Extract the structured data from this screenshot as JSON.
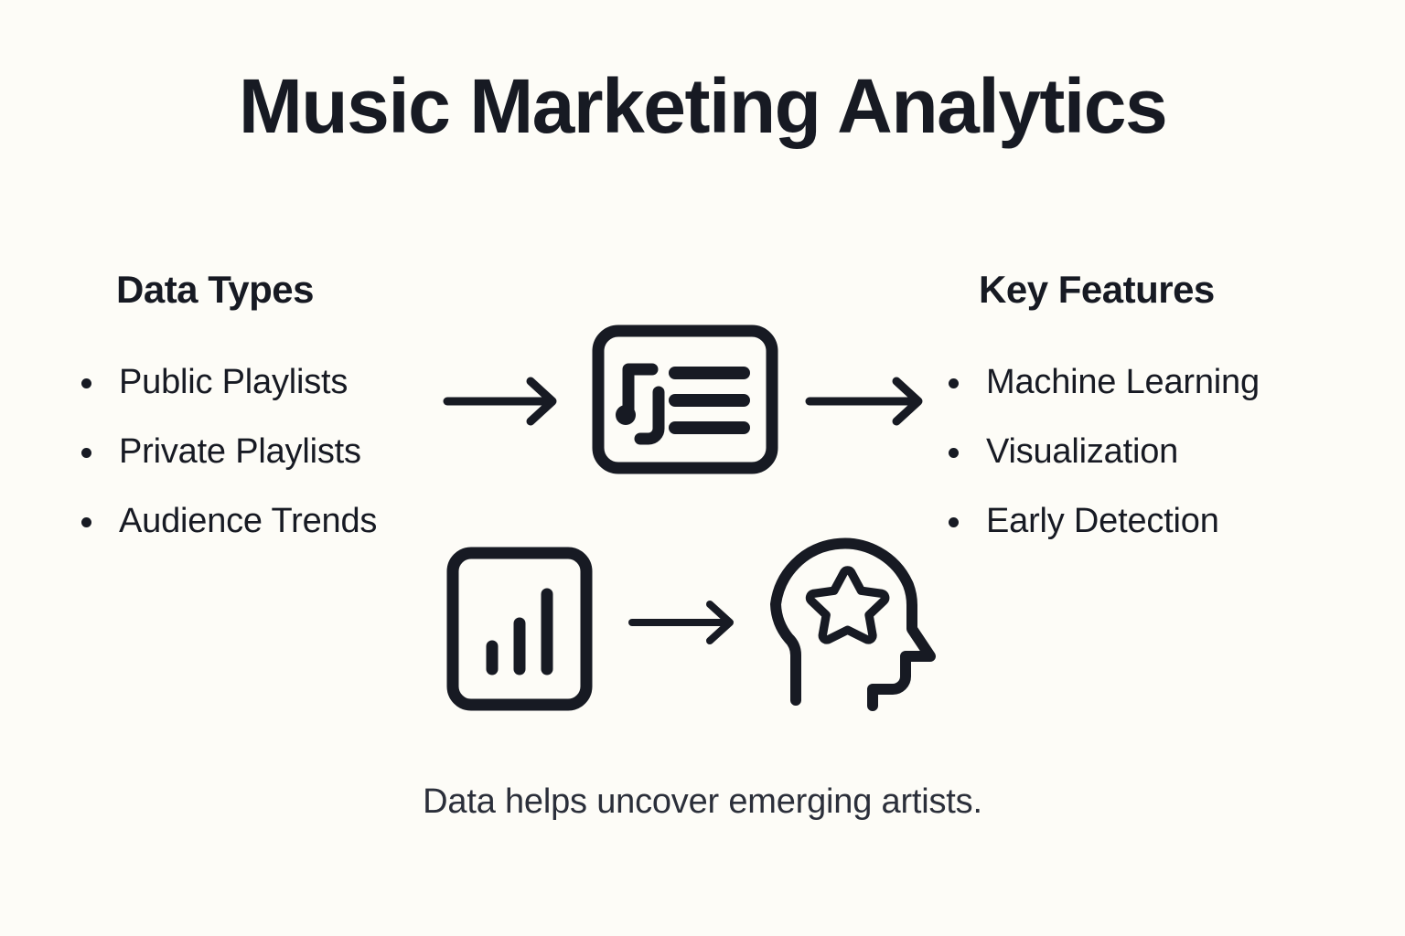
{
  "page": {
    "title": "Music Marketing Analytics",
    "caption": "Data helps uncover emerging artists.",
    "background_color": "#fdfcf7",
    "ink_color": "#171a23"
  },
  "columns": {
    "left": {
      "heading": "Data Types",
      "items": [
        {
          "label": "Public Playlists"
        },
        {
          "label": "Private Playlists"
        },
        {
          "label": "Audience Trends"
        }
      ]
    },
    "right": {
      "heading": "Key Features",
      "items": [
        {
          "label": "Machine Learning"
        },
        {
          "label": "Visualization"
        },
        {
          "label": "Early Detection"
        }
      ]
    }
  },
  "diagram": {
    "icons": [
      {
        "name": "playlist-card-icon",
        "description": "music note and list lines in rounded rectangle"
      },
      {
        "name": "bar-chart-card-icon",
        "description": "three ascending bars in rounded rectangle"
      },
      {
        "name": "head-star-icon",
        "description": "head profile with star inside"
      }
    ],
    "arrows": [
      {
        "name": "arrow-data-to-playlist",
        "direction": "right"
      },
      {
        "name": "arrow-playlist-to-features",
        "direction": "right"
      },
      {
        "name": "arrow-chart-to-head",
        "direction": "right"
      }
    ]
  }
}
